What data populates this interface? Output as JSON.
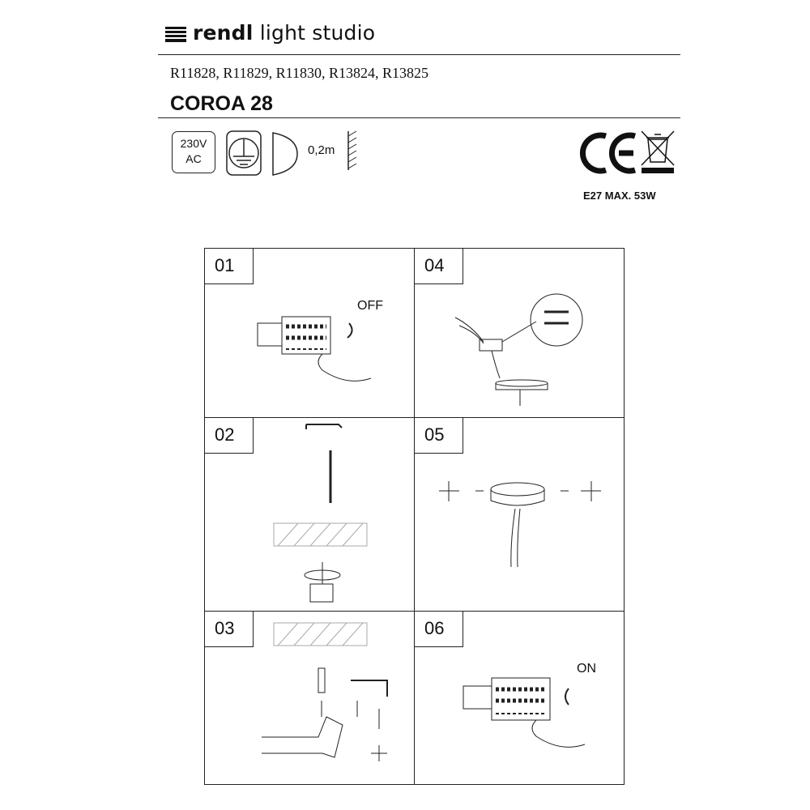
{
  "header": {
    "brand_bold": "rendl",
    "brand_rest": " light studio",
    "product_codes": "R11828, R11829, R11830, R13824, R13825",
    "product_name": "COROA 28"
  },
  "specs": {
    "voltage_line1": "230V",
    "voltage_line2": "AC",
    "distance": "0,2m",
    "rating": "E27 MAX. 53W"
  },
  "steps": [
    {
      "number": "01",
      "label": "OFF"
    },
    {
      "number": "04"
    },
    {
      "number": "02"
    },
    {
      "number": "05"
    },
    {
      "number": "03"
    },
    {
      "number": "06",
      "label": "ON"
    }
  ]
}
